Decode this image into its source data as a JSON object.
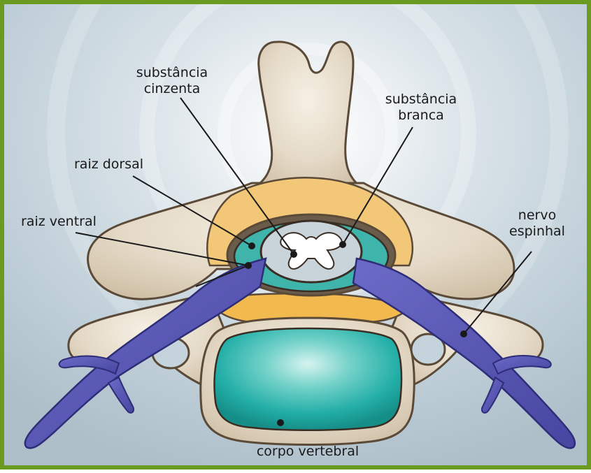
{
  "colors": {
    "frame_border": "#6a9a1f",
    "background": "#c4d3dc",
    "bone": "#e2d7c4",
    "bone_outline": "#5c4a38",
    "spinal_cord": "#c7d2d8",
    "gray_matter": "#ffffff",
    "fat": "#f0c070",
    "nerve": "#5a59b5",
    "disc_teal": "#27b3ad"
  },
  "labels": {
    "gray_matter": [
      "substância",
      "cinzenta"
    ],
    "white_matter": [
      "substância",
      "branca"
    ],
    "dorsal_root": "raiz dorsal",
    "ventral_root": "raiz ventral",
    "spinal_nerve": [
      "nervo",
      "espinhal"
    ],
    "vertebral_body": "corpo vertebral"
  }
}
